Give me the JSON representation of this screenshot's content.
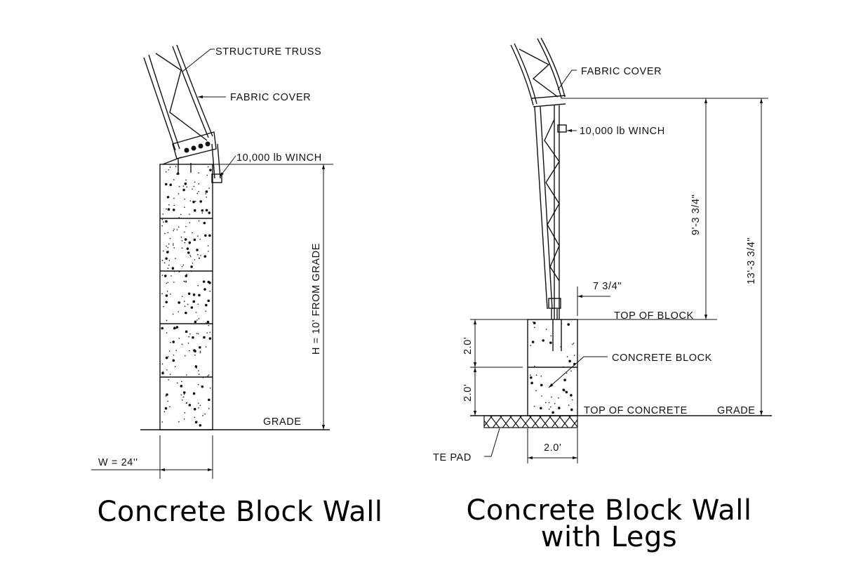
{
  "left_drawing": {
    "title": "Concrete Block Wall",
    "labels": {
      "structure_truss": "STRUCTURE TRUSS",
      "fabric_cover": "FABRIC COVER",
      "winch": "10,000 lb WINCH",
      "height_dim": "H = 10' FROM GRADE",
      "grade": "GRADE",
      "width_dim": "W = 24''"
    }
  },
  "right_drawing": {
    "title_line1": "Concrete Block Wall",
    "title_line2": "with Legs",
    "labels": {
      "fabric_cover": "FABRIC COVER",
      "winch": "10,000 lb WINCH",
      "leg_height_dim": "9'-3 3/4\"",
      "total_height_dim": "13'-3 3/4\"",
      "offset_dim": "7 3/4\"",
      "top_of_block": "TOP OF BLOCK",
      "concrete_block": "CONCRETE BLOCK",
      "top_of_concrete": "TOP OF CONCRETE",
      "grade": "GRADE",
      "upper_block_dim": "2.0'",
      "lower_block_dim": "2.0'",
      "width_dim": "2.0'",
      "pad": "TE PAD"
    }
  }
}
